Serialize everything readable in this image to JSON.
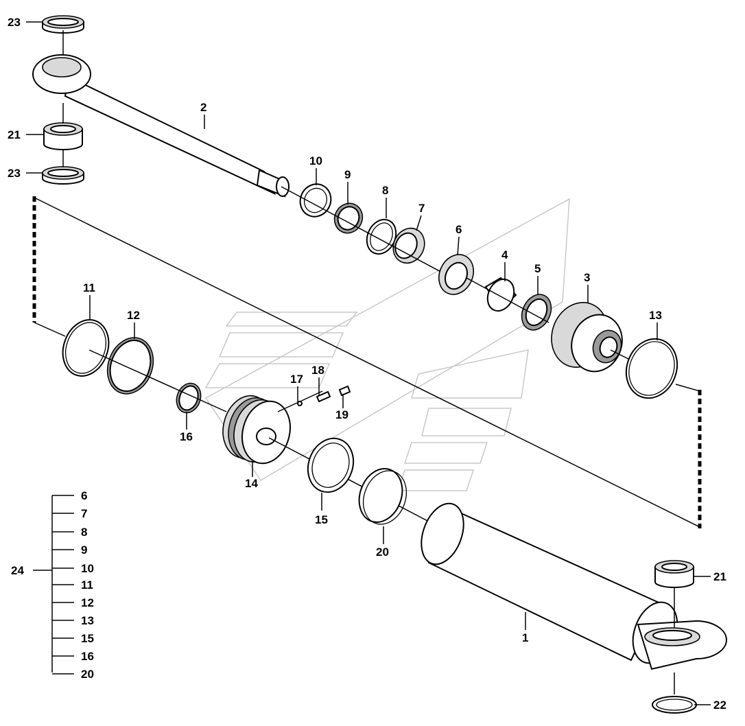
{
  "callouts": {
    "n1": "1",
    "n2": "2",
    "n3": "3",
    "n4": "4",
    "n5": "5",
    "n6": "6",
    "n7": "7",
    "n8": "8",
    "n9": "9",
    "n10": "10",
    "n11": "11",
    "n12": "12",
    "n13": "13",
    "n14": "14",
    "n15": "15",
    "n16": "16",
    "n17": "17",
    "n18": "18",
    "n19": "19",
    "n20": "20",
    "n21a": "21",
    "n21b": "21",
    "n22": "22",
    "n23a": "23",
    "n23b": "23"
  },
  "kit": {
    "label": "24",
    "items": [
      "6",
      "7",
      "8",
      "9",
      "10",
      "11",
      "12",
      "13",
      "15",
      "16",
      "20"
    ]
  }
}
